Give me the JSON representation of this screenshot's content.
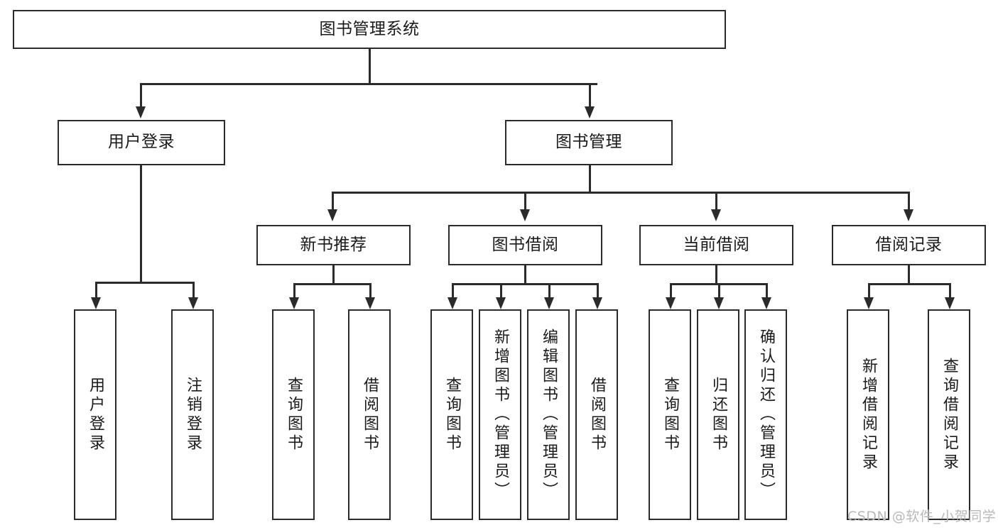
{
  "diagram": {
    "title": "图书管理系统",
    "type": "tree-hierarchy-diagram",
    "root": {
      "label": "图书管理系统"
    },
    "level2": [
      {
        "label": "用户登录"
      },
      {
        "label": "图书管理"
      }
    ],
    "level3": [
      {
        "label": "新书推荐"
      },
      {
        "label": "图书借阅"
      },
      {
        "label": "当前借阅"
      },
      {
        "label": "借阅记录"
      }
    ],
    "leaves": {
      "user_login": [
        {
          "label": "用户登录"
        },
        {
          "label": "注销登录"
        }
      ],
      "new_book_recommend": [
        {
          "label": "查询图书"
        },
        {
          "label": "借阅图书"
        }
      ],
      "book_borrow": [
        {
          "label": "查询图书"
        },
        {
          "label": "新增图书（管理员）"
        },
        {
          "label": "编辑图书（管理员）"
        },
        {
          "label": "借阅图书"
        }
      ],
      "current_borrow": [
        {
          "label": "查询图书"
        },
        {
          "label": "归还图书"
        },
        {
          "label": "确认归还（管理员）"
        }
      ],
      "borrow_records": [
        {
          "label": "新增借阅记录"
        },
        {
          "label": "查询借阅记录"
        }
      ]
    }
  },
  "watermark": {
    "text": "CSDN @软件_小贺同学"
  },
  "colors": {
    "stroke": "#2b2b2b",
    "background": "#ffffff",
    "text": "#1a1a1a",
    "watermark": "#b9b9b9"
  }
}
